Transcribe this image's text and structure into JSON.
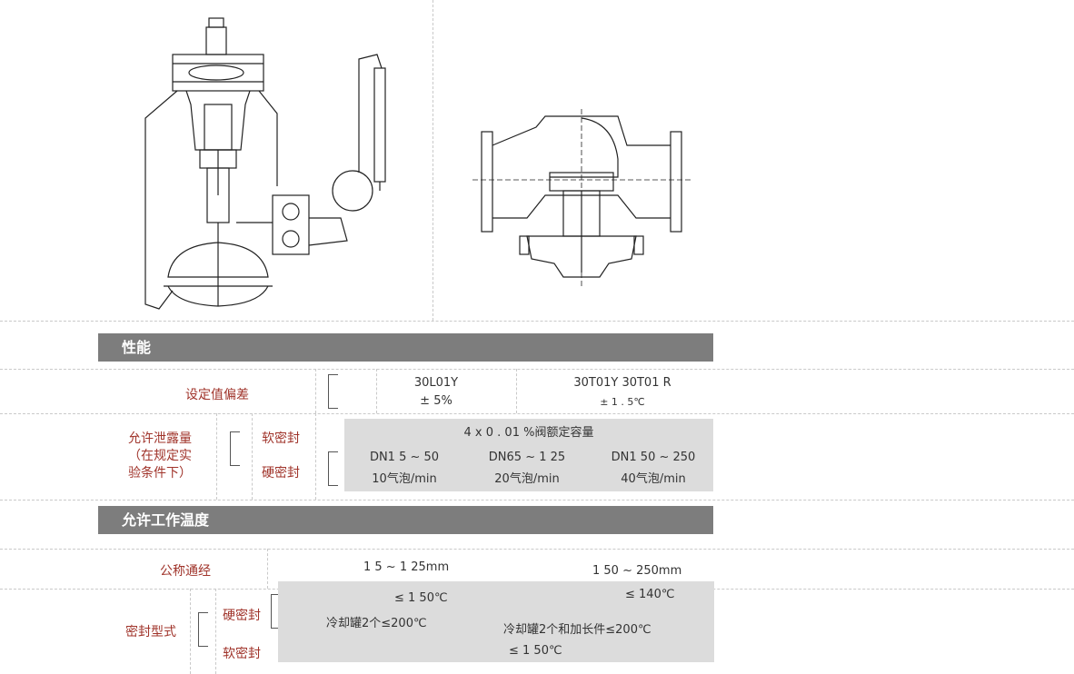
{
  "sections": {
    "performance": "性能",
    "temperature": "允许工作温度"
  },
  "setpoint": {
    "label": "设定值偏差",
    "model_a": "30L01Y",
    "value_a": "± 5%",
    "model_b": "30T01Y 30T01 R",
    "value_b": "± 1 . 5℃"
  },
  "leakage": {
    "label_line1": "允许泄露量",
    "label_line2": "（在规定实",
    "label_line3": "验条件下）",
    "soft_seal": "软密封",
    "hard_seal": "硬密封",
    "soft_value": "4 x 0 . 01 %阀额定容量",
    "cols": [
      {
        "dn": "DN1 5 ~ 50",
        "bubbles": "10气泡/min"
      },
      {
        "dn": "DN65 ~ 1 25",
        "bubbles": "20气泡/min"
      },
      {
        "dn": "DN1 50 ~ 250",
        "bubbles": "40气泡/min"
      }
    ]
  },
  "temperature": {
    "nominal_label": "公称通经",
    "nominal_a": "1 5 ~ 1 25mm",
    "nominal_b": "1 50 ~ 250mm",
    "seal_label": "密封型式",
    "hard_seal": "硬密封",
    "soft_seal": "软密封",
    "hard_a": "≤ 1 50℃",
    "hard_a2": "冷却罐2个≤200℃",
    "hard_b": "≤ 140℃",
    "hard_b2": "冷却罐2个和加长件≤200℃",
    "soft_b": "≤ 1 50℃"
  }
}
